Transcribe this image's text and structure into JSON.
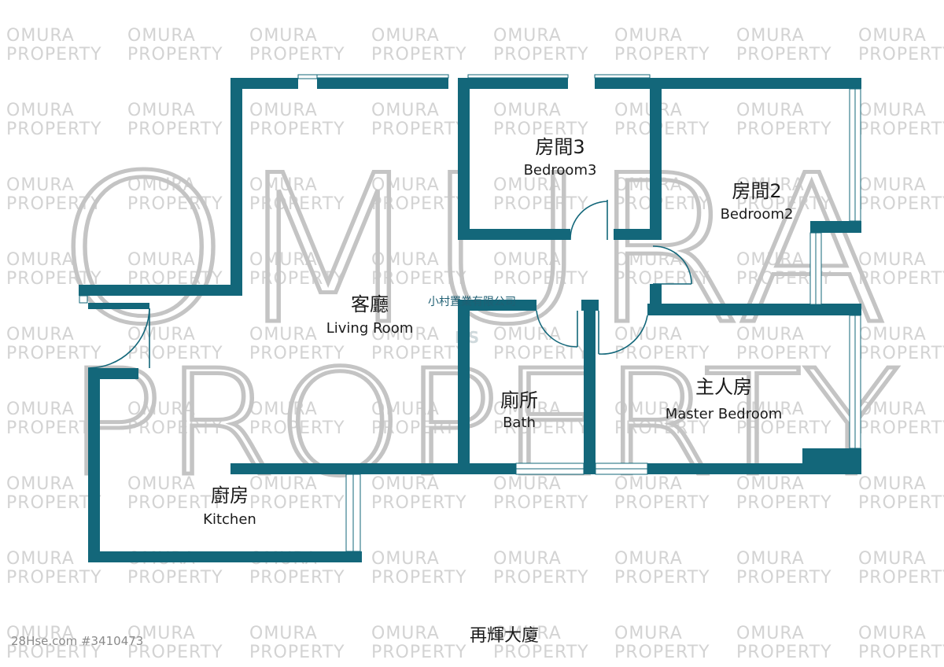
{
  "watermark": {
    "tile_line1": "OMURA",
    "tile_line2": "PROPERTY",
    "big_line1": "OMURA",
    "big_line2": "PROPERTY",
    "badge": "HS"
  },
  "company": "小村置業有限公司",
  "rooms": {
    "living": {
      "zh": "客廳",
      "en": "Living Room"
    },
    "bedroom3": {
      "zh": "房間3",
      "en": "Bedroom3"
    },
    "bedroom2": {
      "zh": "房間2",
      "en": "Bedroom2"
    },
    "master": {
      "zh": "主人房",
      "en": "Master Bedroom"
    },
    "bath": {
      "zh": "廁所",
      "en": "Bath"
    },
    "kitchen": {
      "zh": "廚房",
      "en": "Kitchen"
    }
  },
  "building_name": "再輝大廈",
  "listing_id": "28Hse.com #3410473",
  "colors": {
    "wall": "#13677a",
    "watermark": "#d3d3d3"
  }
}
